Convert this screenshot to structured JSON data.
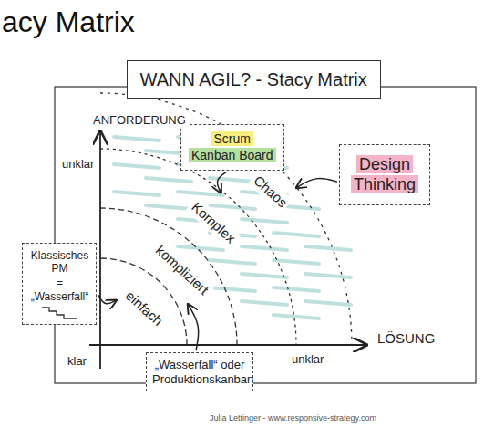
{
  "diagram": {
    "title": "acy Matrix",
    "nodes": [
      {
        "text": [
          "WANN AGIL? - Stacy Matrix"
        ]
      },
      {
        "text": [
          "Scrum",
          "Kanban Board"
        ]
      },
      {
        "text": [
          "Design Thinking"
        ]
      },
      {
        "text": [
          "Klassisches PM",
          "=",
          "„Wasserfall“"
        ]
      },
      {
        "text": [
          "einfach"
        ]
      },
      {
        "text": [
          "kompliziert"
        ]
      },
      {
        "text": [
          "Komplex"
        ]
      },
      {
        "text": [
          "Chaos"
        ]
      },
      {
        "text": [
          "„Wasserfall“ oder Produktionskanban"
        ]
      }
    ],
    "edges": [
      {
        "from": 1,
        "to": 6,
        "arrow": "to"
      },
      {
        "from": 2,
        "to": 7,
        "arrow": "to"
      },
      {
        "from": 3,
        "to": 4,
        "arrow": "to"
      },
      {
        "from": 8,
        "to": 5,
        "arrow": "to"
      }
    ],
    "labels": [
      "ANFORDERUNG",
      "unklar",
      "klar",
      "LÖSUNG",
      "unklar",
      "Julia Lettinger - www.responsive-strategy.com"
    ]
  }
}
